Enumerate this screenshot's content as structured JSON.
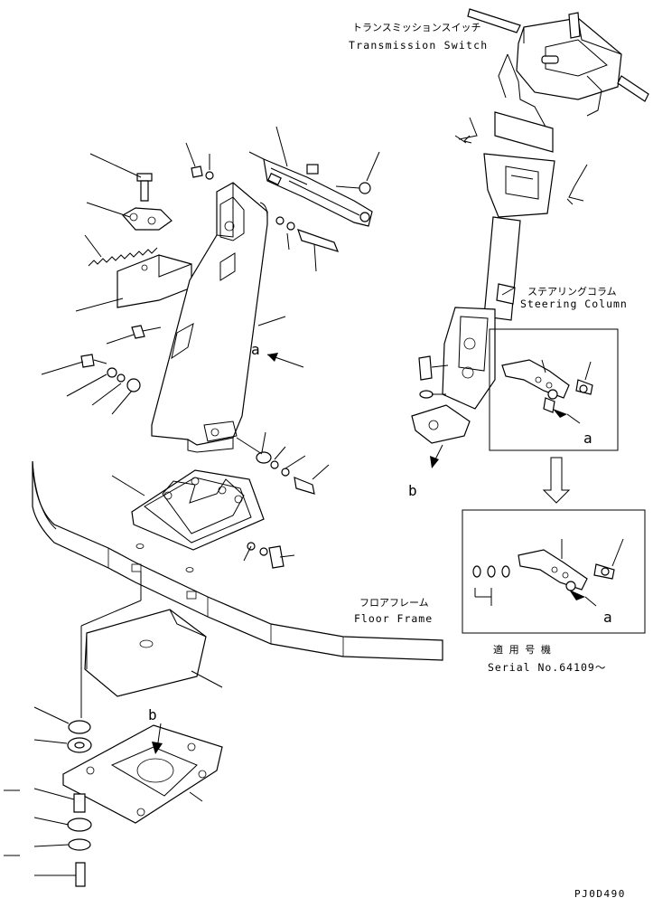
{
  "labels": {
    "transmission_switch_jp": "トランスミッションスイッチ",
    "transmission_switch_en": "Transmission Switch",
    "steering_column_jp": "ステアリングコラム",
    "steering_column_en": "Steering Column",
    "floor_frame_jp": "フロアフレーム",
    "floor_frame_en": "Floor Frame",
    "serial_jp": "適 用 号 機",
    "serial_en": "Serial No.64109～",
    "drawing_code": "PJ0D490"
  },
  "markers": {
    "a": "a",
    "b": "b"
  }
}
